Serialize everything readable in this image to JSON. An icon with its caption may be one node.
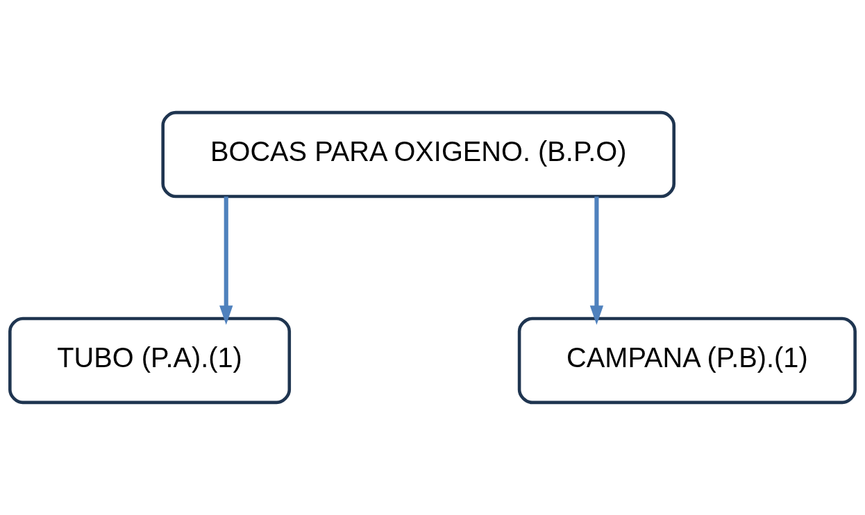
{
  "diagram": {
    "nodes": [
      {
        "text": [
          "BOCAS PARA OXIGENO. (B.P.O)"
        ]
      },
      {
        "text": [
          "TUBO (P.A).(1)"
        ]
      },
      {
        "text": [
          "CAMPANA (P.B).(1)"
        ]
      }
    ],
    "edges": [
      {
        "from": 0,
        "to": 1,
        "arrow": "to"
      },
      {
        "from": 0,
        "to": 2,
        "arrow": "to"
      }
    ]
  }
}
